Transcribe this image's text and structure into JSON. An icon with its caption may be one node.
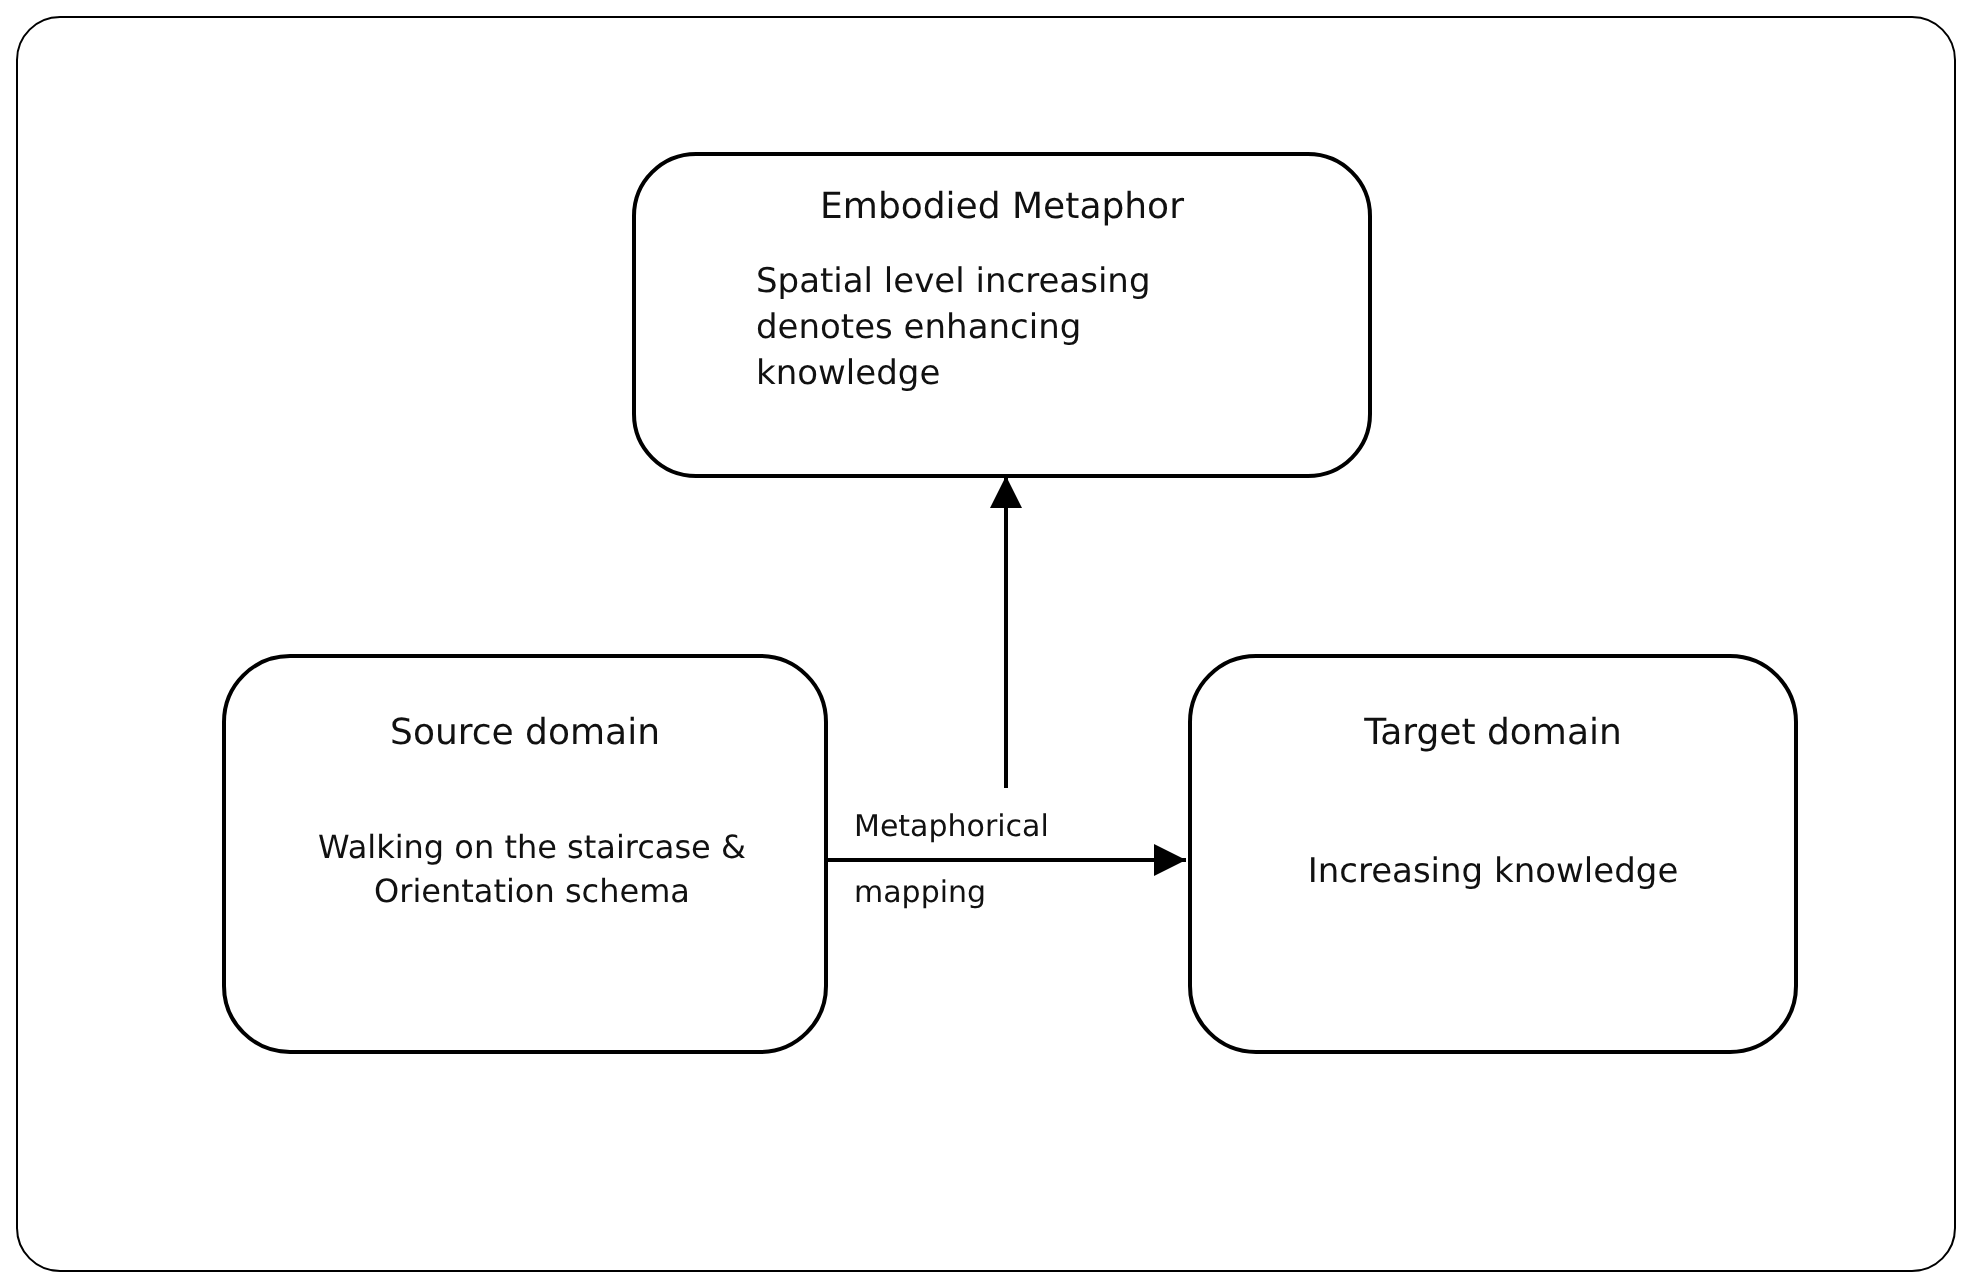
{
  "diagram": {
    "nodes": [
      {
        "text": [],
        "shape": "box"
      },
      {
        "text": [
          "Embodied Metaphor",
          "Spatial level increasing denotes enhancing knowledge"
        ],
        "in": 0
      },
      {
        "text": [
          "Source domain",
          "Walking on the staircase & Orientation schema"
        ],
        "in": 0
      },
      {
        "text": [
          "Target domain",
          "Increasing knowledge"
        ],
        "in": 0
      }
    ],
    "edges": [
      {
        "from": 2,
        "to": 3,
        "arrow": "to",
        "label": "Metaphorical mapping"
      },
      {
        "from": null,
        "to": 1,
        "arrow": "to"
      }
    ]
  }
}
